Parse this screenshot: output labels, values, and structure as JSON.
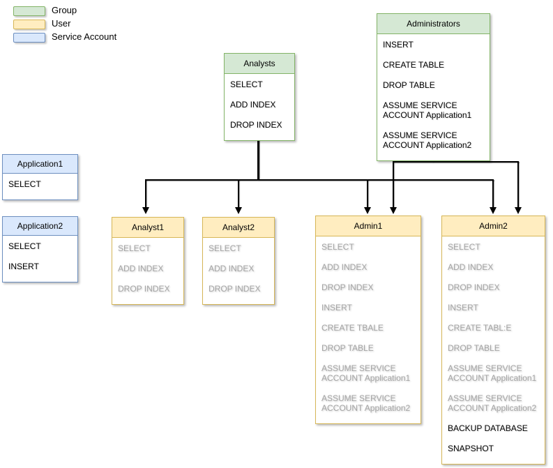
{
  "legend": {
    "items": [
      {
        "label": "Group",
        "fill": "#d5e8d4",
        "border": "#82b366"
      },
      {
        "label": "User",
        "fill": "#ffedc0",
        "border": "#d6b656"
      },
      {
        "label": "Service Account",
        "fill": "#dae8fc",
        "border": "#6c8ebf"
      }
    ]
  },
  "boxes": {
    "analysts": {
      "title": "Analysts",
      "type": "group",
      "items": [
        {
          "label": "SELECT"
        },
        {
          "label": "ADD INDEX"
        },
        {
          "label": "DROP INDEX"
        }
      ]
    },
    "administrators": {
      "title": "Administrators",
      "type": "group",
      "items": [
        {
          "label": "INSERT"
        },
        {
          "label": "CREATE TABLE"
        },
        {
          "label": "DROP TABLE"
        },
        {
          "label": "ASSUME SERVICE\nACCOUNT Application1"
        },
        {
          "label": "ASSUME SERVICE\nACCOUNT Application2"
        }
      ]
    },
    "application1": {
      "title": "Application1",
      "type": "service-account",
      "items": [
        {
          "label": "SELECT"
        }
      ]
    },
    "application2": {
      "title": "Application2",
      "type": "service-account",
      "items": [
        {
          "label": "SELECT"
        },
        {
          "label": "INSERT"
        }
      ]
    },
    "analyst1": {
      "title": "Analyst1",
      "type": "user",
      "items": [
        {
          "label": "SELECT",
          "muted": true
        },
        {
          "label": "ADD INDEX",
          "muted": true
        },
        {
          "label": "DROP INDEX",
          "muted": true
        }
      ]
    },
    "analyst2": {
      "title": "Analyst2",
      "type": "user",
      "items": [
        {
          "label": "SELECT",
          "muted": true
        },
        {
          "label": "ADD INDEX",
          "muted": true
        },
        {
          "label": "DROP INDEX",
          "muted": true
        }
      ]
    },
    "admin1": {
      "title": "Admin1",
      "type": "user",
      "items": [
        {
          "label": "SELECT",
          "muted": true
        },
        {
          "label": "ADD INDEX",
          "muted": true
        },
        {
          "label": "DROP INDEX",
          "muted": true
        },
        {
          "label": "INSERT",
          "muted": true
        },
        {
          "label": "CREATE TBALE",
          "muted": true
        },
        {
          "label": "DROP TABLE",
          "muted": true
        },
        {
          "label": "ASSUME SERVICE\nACCOUNT Application1",
          "muted": true
        },
        {
          "label": "ASSUME SERVICE\nACCOUNT Application2",
          "muted": true
        }
      ]
    },
    "admin2": {
      "title": "Admin2",
      "type": "user",
      "items": [
        {
          "label": "SELECT",
          "muted": true
        },
        {
          "label": "ADD INDEX",
          "muted": true
        },
        {
          "label": "DROP INDEX",
          "muted": true
        },
        {
          "label": "INSERT",
          "muted": true
        },
        {
          "label": "CREATE TABL:E",
          "muted": true
        },
        {
          "label": "DROP TABLE",
          "muted": true
        },
        {
          "label": "ASSUME SERVICE\nACCOUNT Application1",
          "muted": true
        },
        {
          "label": "ASSUME SERVICE\nACCOUNT Application2",
          "muted": true
        },
        {
          "label": "BACKUP DATABASE",
          "muted": false
        },
        {
          "label": "SNAPSHOT",
          "muted": false
        }
      ]
    }
  }
}
